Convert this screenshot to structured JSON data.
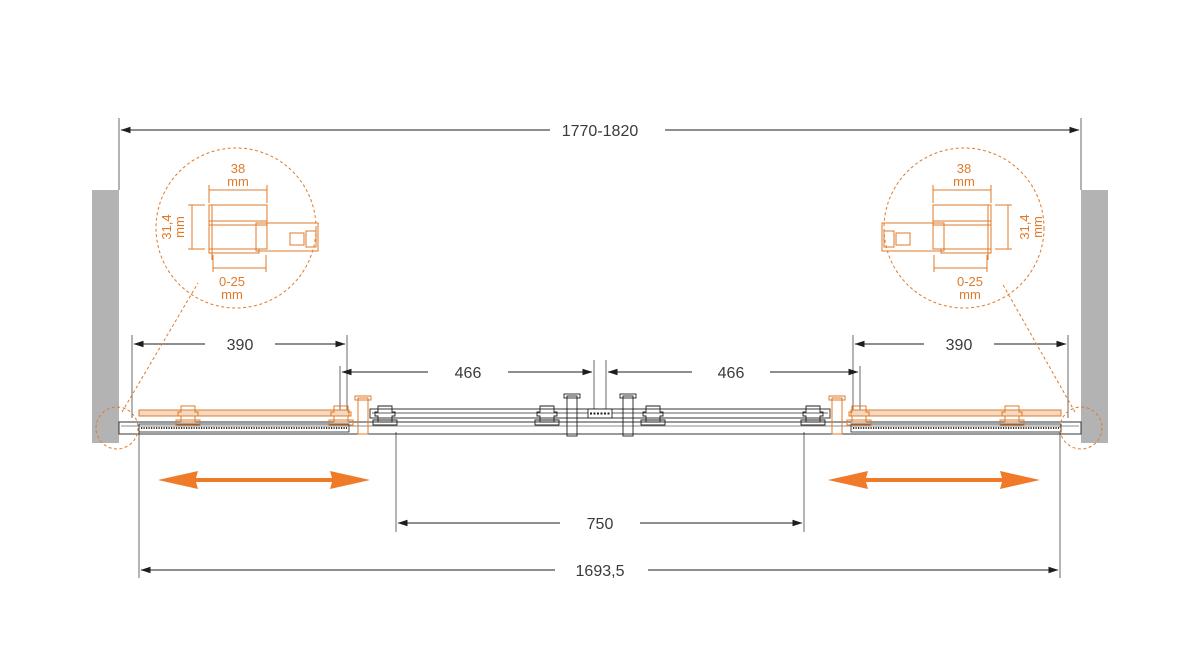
{
  "dimensions": {
    "overall_opening": "1770-1820",
    "left_fixed_panel": "390",
    "right_fixed_panel": "390",
    "left_door_travel": "466",
    "right_door_travel": "466",
    "door_opening": "750",
    "total_width": "1693,5"
  },
  "detail_left": {
    "profile_width": "38",
    "profile_width_unit": "mm",
    "profile_depth": "31,4",
    "profile_depth_unit": "mm",
    "adjust_range": "0-25",
    "adjust_unit": "mm"
  },
  "detail_right": {
    "profile_width": "38",
    "profile_width_unit": "mm",
    "profile_depth": "31,4",
    "profile_depth_unit": "mm",
    "adjust_range": "0-25",
    "adjust_unit": "mm"
  },
  "colors": {
    "accent": "#e07a2a",
    "wall": "#b3b3b3",
    "line": "#1e1e1e",
    "text": "#3a3a3a"
  },
  "icons": {
    "left_arrow": "double-arrow-icon",
    "right_arrow": "double-arrow-icon"
  }
}
